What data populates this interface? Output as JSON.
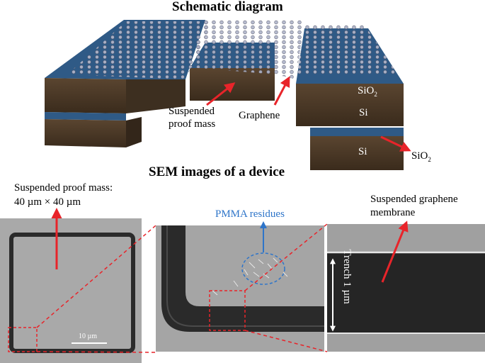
{
  "headings": {
    "schematic": "Schematic diagram",
    "sem": "SEM images of a device"
  },
  "schematic_labels": {
    "proof_mass_1": "Suspended",
    "proof_mass_2": "proof mass",
    "graphene": "Graphene",
    "sio2_top": "SiO",
    "sio2_top_sub": "2",
    "si_top": "Si",
    "si_bottom": "Si",
    "sio2_right": "SiO",
    "sio2_right_sub": "2"
  },
  "sem_labels": {
    "mass_1": "Suspended proof mass:",
    "mass_2": "40 µm × 40 µm",
    "scale_bar": "10 µm",
    "pmma": "PMMA residues",
    "membrane_1": "Suspended graphene",
    "membrane_2": "membrane",
    "trench": "Trench 1 µm"
  },
  "colors": {
    "arrow_red": "#e8242a",
    "pmma_blue": "#2e75c9",
    "sio2_blue": "#2f5a86",
    "si_brown": "#4a3826",
    "sem_gray": "#a7a7a7",
    "trench_dark": "#252525"
  }
}
